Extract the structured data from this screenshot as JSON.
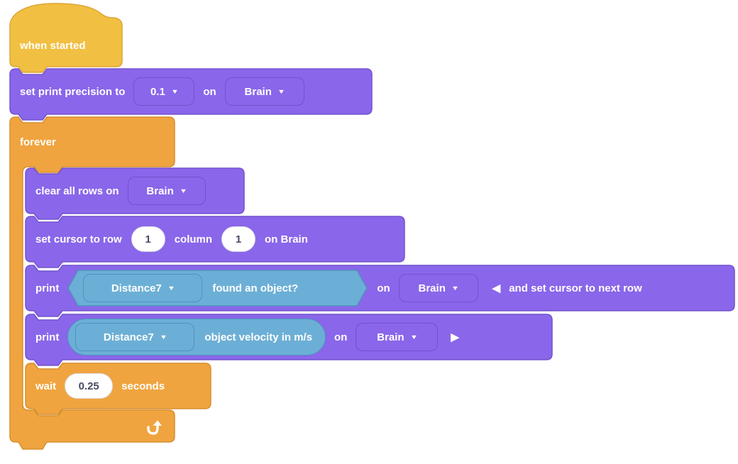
{
  "colors": {
    "events_fill": "#F1BF41",
    "events_stroke": "#DCA637",
    "control_fill": "#F0A43F",
    "control_stroke": "#D78F2E",
    "display_fill": "#8A66EA",
    "display_stroke": "#7353CE",
    "sensing_fill": "#6CAFD6",
    "sensing_stroke": "#4E93BE",
    "input_bg": "#FFFFFF",
    "input_text": "#4A4A65",
    "canvas_bg": "#FFFFFF",
    "block_text": "#FFFFFF"
  },
  "icons": {
    "dropdown_arrow": "▼",
    "collapse_left": "◀",
    "expand_right": "▶",
    "loop_arrow": "curved-up-arrow"
  },
  "script": {
    "when_started": {
      "label": "when started"
    },
    "set_print_precision": {
      "label": "set print precision to",
      "precision": "0.1",
      "on": "on",
      "device": "Brain"
    },
    "forever": {
      "label": "forever"
    },
    "clear_all_rows": {
      "label": "clear all rows on",
      "device": "Brain"
    },
    "set_cursor": {
      "label_row": "set cursor to row",
      "row": "1",
      "label_column": "column",
      "column": "1",
      "label_on": "on Brain"
    },
    "print_found_object": {
      "label": "print",
      "sensor": "Distance7",
      "reporter": "found an object?",
      "on": "on",
      "device": "Brain",
      "suffix": "and set cursor to next row"
    },
    "print_object_velocity": {
      "label": "print",
      "sensor": "Distance7",
      "reporter": "object velocity in m/s",
      "on": "on",
      "device": "Brain"
    },
    "wait": {
      "label": "wait",
      "duration": "0.25",
      "suffix": "seconds"
    }
  }
}
